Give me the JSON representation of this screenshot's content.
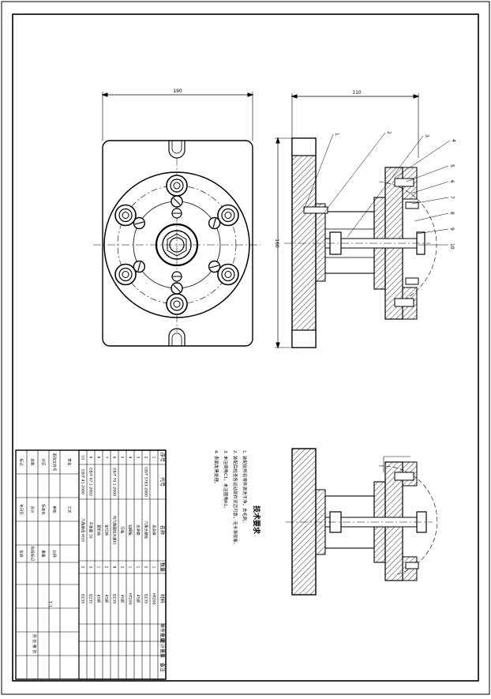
{
  "drawing": {
    "dim_width_front": "190",
    "dim_width_side": "110",
    "dim_height_side": "160"
  },
  "balloons": [
    "1",
    "2",
    "3",
    "4",
    "5",
    "6",
    "7",
    "8",
    "9",
    "10"
  ],
  "technical_requirements": {
    "title": "技术要求",
    "lines": [
      "1. 装配前所有零件清洗干净，去毛刺。",
      "2. 装配后检查各运动部件灵活可靠，无卡滞现象。",
      "3. 未注倒角C1，未注圆角R1。",
      "4. 表面发黑处理。"
    ]
  },
  "bom": {
    "headers": [
      "序号",
      "代号",
      "名称",
      "数量",
      "材料",
      "单件重量",
      "总计重量",
      "备注"
    ],
    "rows": [
      [
        "10",
        "GB/T 41-2000",
        "六角螺母 M10",
        "2",
        "Q235",
        "",
        "",
        ""
      ],
      [
        "9",
        "GB/T 97.1-2002",
        "平垫圈 10",
        "2",
        "Q235",
        "",
        "",
        ""
      ],
      [
        "8",
        "",
        "菱形销",
        "1",
        "45钢",
        "",
        "",
        ""
      ],
      [
        "7",
        "",
        "定位销",
        "2",
        "45钢",
        "",
        "",
        ""
      ],
      [
        "6",
        "GB/T 70.1-2000",
        "内六角圆柱头螺钉",
        "8",
        "Q235",
        "",
        "",
        ""
      ],
      [
        "5",
        "",
        "压板",
        "2",
        "45钢",
        "",
        "",
        ""
      ],
      [
        "4",
        "",
        "钻模板",
        "1",
        "HT200",
        "",
        "",
        ""
      ],
      [
        "3",
        "",
        "支承套",
        "1",
        "45钢",
        "",
        "",
        ""
      ],
      [
        "2",
        "GB/T 5783-2000",
        "六角头螺栓",
        "2",
        "Q235",
        "",
        "",
        ""
      ],
      [
        "1",
        "",
        "夹具体",
        "1",
        "HT200",
        "",
        "",
        ""
      ]
    ]
  },
  "title_block": {
    "labels": [
      "标记",
      "处数",
      "分区",
      "更改文件号",
      "签名",
      "年月日",
      "设计",
      "标准化",
      "审核",
      "工艺",
      "批准",
      "阶段标记",
      "重量",
      "比例"
    ],
    "scale": "1:1",
    "sheet": "共 张 第 张"
  }
}
